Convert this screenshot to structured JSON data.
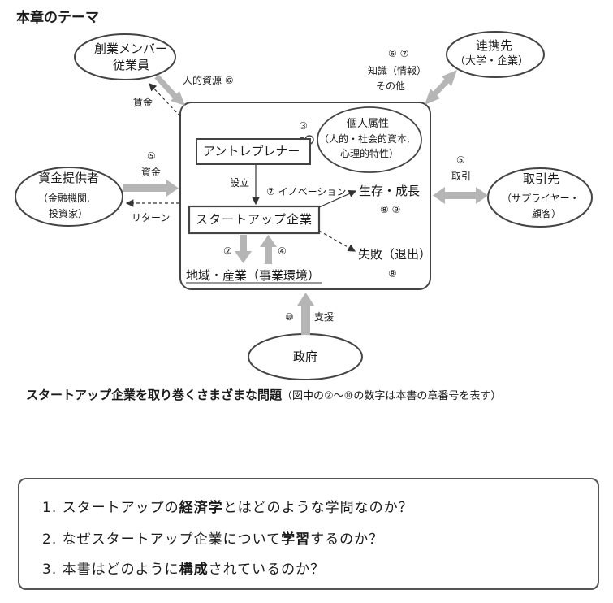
{
  "chapter_title": "本章のテーマ",
  "nodes": {
    "founders": [
      "創業メンバー",
      "従業員"
    ],
    "partners": [
      "連携先",
      "（大学・企業）"
    ],
    "investors": [
      "資金提供者",
      "（金融機関,",
      "投資家）"
    ],
    "customers": [
      "取引先",
      "（サプライヤー・",
      "顧客）"
    ],
    "government": "政府",
    "entrepreneur": "アントレプレナー",
    "startup": "スタートアップ企業",
    "attributes": [
      "個人属性",
      "（人的・社会的資本,",
      "心理的特性）"
    ],
    "growth": "生存・成長",
    "failure": "失敗（退出）",
    "region": "地域・産業（事業環境）"
  },
  "edge_labels": {
    "human_capital": "人的資源 ⑥",
    "wages": "賃金",
    "knowledge_num": "⑥ ⑦",
    "knowledge": "知識（情報）",
    "knowledge_other": "その他",
    "funds_num": "⑤",
    "funds": "資金",
    "returns": "リターン",
    "trade_num": "⑤",
    "trade": "取引",
    "founding": "設立",
    "innovation": "⑦ イノベーション",
    "growth_num": "⑧ ⑨",
    "failure_num": "⑧",
    "attr_num": "③",
    "region_out_num": "②",
    "region_in_num": "④",
    "support_num": "⑩",
    "support": "支援"
  },
  "caption_main": "スタートアップ企業を取り巻くさまざまな問題",
  "caption_note": "（図中の②～⑩の数字は本書の章番号を表す）",
  "questions": [
    {
      "num": "1.",
      "pre": "スタートアップの",
      "em": "経済学",
      "post": "とはどのような学問なのか？"
    },
    {
      "num": "2.",
      "pre": "なぜスタートアップ企業について",
      "em": "学習",
      "post": "するのか？"
    },
    {
      "num": "3.",
      "pre": "本書はどのように",
      "em": "構成",
      "post": "されているのか？"
    }
  ]
}
